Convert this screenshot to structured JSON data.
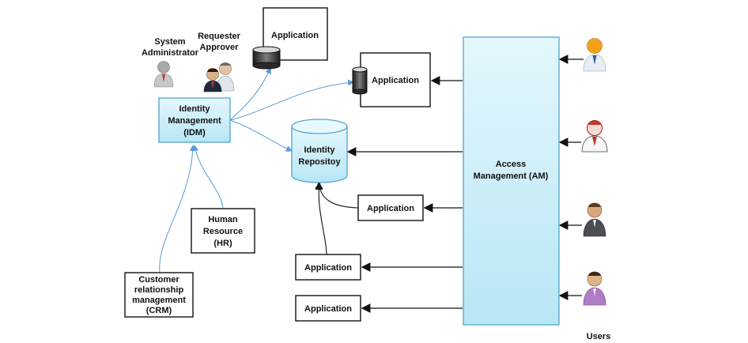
{
  "roles": {
    "sysadmin": [
      "System",
      "Administrator"
    ],
    "requester": [
      "Requester",
      "Approver"
    ]
  },
  "nodes": {
    "idm": [
      "Identity",
      "Management",
      "(IDM)"
    ],
    "repo": [
      "Identity",
      "Repositoy"
    ],
    "hr": [
      "Human",
      "Resource",
      "(HR)"
    ],
    "crm": [
      "Customer",
      "relationship",
      "management",
      "(CRM)"
    ],
    "am": [
      "Access",
      "Management (AM)"
    ]
  },
  "apps": {
    "top": "Application",
    "mid": "Application",
    "repo_app": "Application",
    "low1": "Application",
    "low2": "Application"
  },
  "users_label": "Users",
  "colors": {
    "cyan_fill": "#c9eef8",
    "cyan_stroke": "#4fa6cc",
    "curve": "#5b9bd5",
    "black": "#111111"
  }
}
